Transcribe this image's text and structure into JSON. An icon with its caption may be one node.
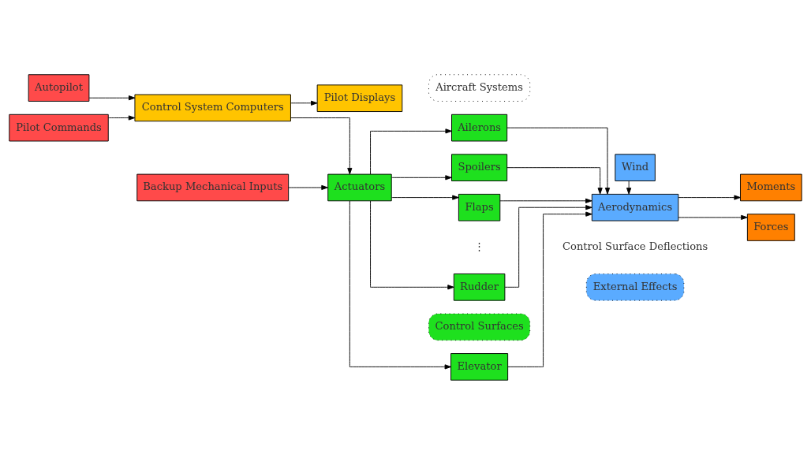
{
  "diagram": {
    "nodes": [
      {
        "text": [
          "Autopilot"
        ]
      },
      {
        "text": [
          "Pilot Commands"
        ]
      },
      {
        "text": [
          "Backup Mechanical Inputs"
        ]
      },
      {
        "text": [
          "Control System Computers"
        ]
      },
      {
        "text": [
          "Pilot Displays"
        ]
      },
      {
        "text": [
          "Actuators"
        ]
      },
      {
        "text": [
          "Control Surfaces"
        ]
      },
      {
        "text": [
          "Elevator"
        ]
      },
      {
        "text": [
          "Ailerons"
        ]
      },
      {
        "text": [
          "Spoilers"
        ]
      },
      {
        "text": [
          "Flaps"
        ]
      },
      {
        "text": [
          "Rudder"
        ]
      },
      {
        "text": [
          "Wind"
        ]
      },
      {
        "text": [
          "Aerodynamics"
        ]
      },
      {
        "text": [
          "Moments"
        ]
      },
      {
        "text": [
          "Forces"
        ]
      },
      {
        "text": [
          "External Effects"
        ]
      },
      {
        "text": [
          "Aircraft Systems"
        ]
      }
    ],
    "edges": [
      {
        "from": 0,
        "to": 3,
        "arrow": "to"
      },
      {
        "from": 1,
        "to": 3,
        "arrow": "to"
      },
      {
        "from": 3,
        "to": 4,
        "arrow": "to"
      },
      {
        "from": 3,
        "to": 5,
        "arrow": "to"
      },
      {
        "from": 2,
        "to": 5,
        "arrow": "to"
      },
      {
        "from": 5,
        "to": 7,
        "arrow": "to"
      },
      {
        "from": 5,
        "to": 8,
        "arrow": "to"
      },
      {
        "from": 5,
        "to": 9,
        "arrow": "to"
      },
      {
        "from": 5,
        "to": 10,
        "arrow": "to"
      },
      {
        "from": 5,
        "to": 11,
        "arrow": "to"
      },
      {
        "from": 7,
        "to": 13,
        "arrow": "to"
      },
      {
        "from": 8,
        "to": 13,
        "arrow": "to"
      },
      {
        "from": 9,
        "to": 13,
        "arrow": "to"
      },
      {
        "from": 10,
        "to": 13,
        "arrow": "to"
      },
      {
        "from": 11,
        "to": 13,
        "arrow": "to"
      },
      {
        "from": 12,
        "to": 13,
        "arrow": "to"
      },
      {
        "from": 13,
        "to": 14,
        "arrow": "to"
      },
      {
        "from": 13,
        "to": 15,
        "arrow": "to"
      }
    ],
    "labels": [
      "⋮",
      "Control Surface Deflections"
    ]
  }
}
